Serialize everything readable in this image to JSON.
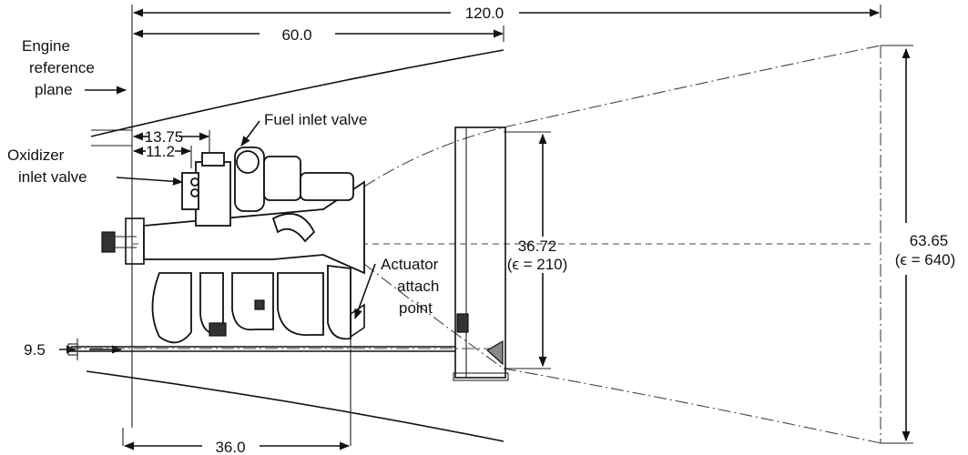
{
  "labels": {
    "engine_reference_plane": [
      "Engine",
      "reference",
      "plane"
    ],
    "fuel_inlet_valve": "Fuel inlet valve",
    "oxidizer_inlet_valve": [
      "Oxidizer",
      "inlet valve"
    ],
    "actuator_attach_point": [
      "Actuator",
      "attach",
      "point"
    ]
  },
  "dimensions": {
    "overall_length": "120.0",
    "reference_to_nozzle_exit": "60.0",
    "fuel_valve_offset": "13.75",
    "oxidizer_valve_offset": "11.2",
    "gimbal_offset": "9.5",
    "actuator_distance": "36.0",
    "nozzle_diameter_small": "36.72",
    "nozzle_ratio_small": "(ϵ = 210)",
    "nozzle_diameter_large": "63.65",
    "nozzle_ratio_large": "(ϵ = 640)"
  },
  "icons": {
    "arrow": "arrowhead",
    "engine": "rocket-engine-drawing"
  }
}
